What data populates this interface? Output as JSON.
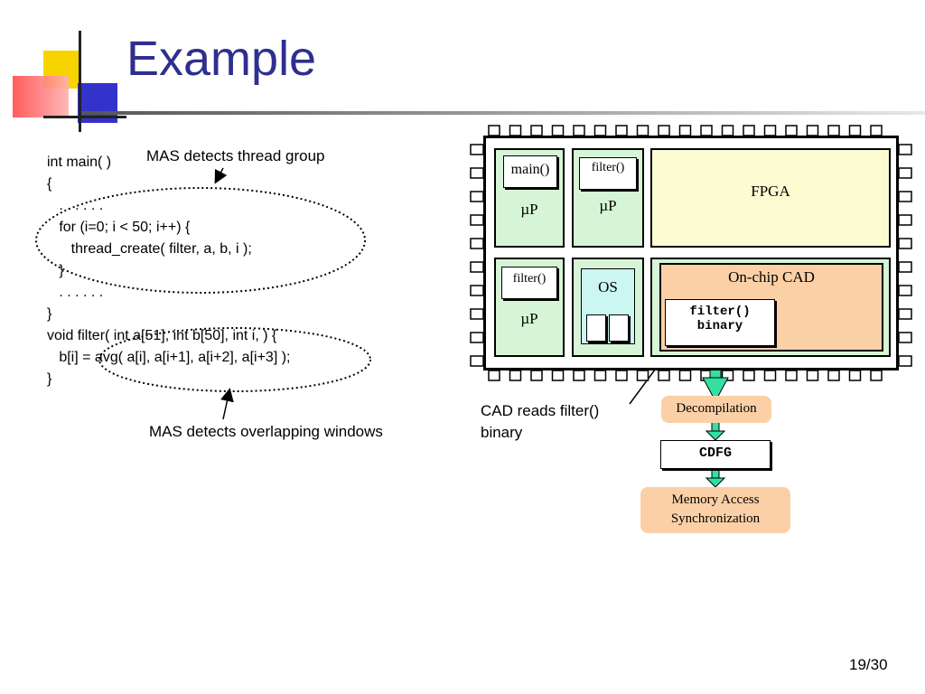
{
  "slide": {
    "title": "Example",
    "page_number": "19/30"
  },
  "code": {
    "lines": [
      "int main( )",
      "{",
      "   . . . . . .",
      "   for (i=0; i < 50; i++) {",
      "      thread_create( filter, a, b, i );",
      "   }",
      "   . . . . . .",
      "}",
      "void filter( int a[51], int b[50], int i, ) {",
      "   b[i] = avg( a[i], a[i+1], a[i+2], a[i+3] );",
      "}"
    ]
  },
  "annotations": {
    "thread_group": "MAS detects thread group",
    "overlapping_windows": "MAS detects overlapping windows",
    "cad_reads_line1": "CAD reads filter()",
    "cad_reads_line2": "binary"
  },
  "chip": {
    "proc1_doc": "main()",
    "proc1_label": "µP",
    "proc2_doc": "filter()",
    "proc2_label": "µP",
    "proc3_doc": "filter()",
    "proc3_label": "µP",
    "os_label": "OS",
    "fpga_label": "FPGA",
    "cad_label": "On-chip CAD",
    "binary_line1": "filter()",
    "binary_line2": "binary"
  },
  "flow": {
    "decompilation": "Decompilation",
    "cdfg": "CDFG",
    "mas_line1": "Memory Access",
    "mas_line2": "Synchronization"
  },
  "colors": {
    "title_blue": "#2f2f8f",
    "processor_green": "#d6f5d6",
    "fpga_yellow": "#fdfbd2",
    "cad_orange": "#fbd0a6",
    "arrow_teal": "#33e0a0"
  }
}
